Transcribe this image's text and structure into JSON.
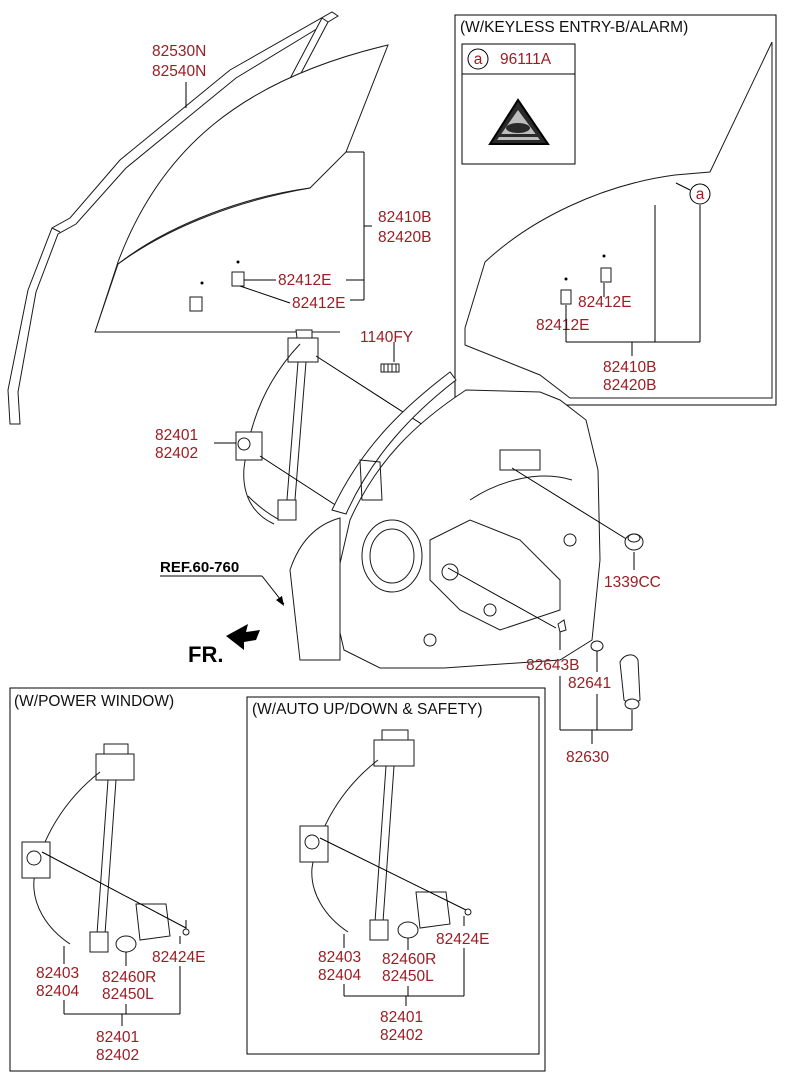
{
  "boxes": {
    "keyless": {
      "title": "(W/KEYLESS ENTRY-B/ALARM)"
    },
    "power": {
      "title": "(W/POWER WINDOW)"
    },
    "auto": {
      "title": "(W/AUTO UP/DOWN & SAFETY)"
    }
  },
  "callout": {
    "letter": "a",
    "part": "96111A"
  },
  "ref_text": "REF.60-760",
  "fr_text": "FR.",
  "parts": {
    "run_channel_1": "82530N",
    "run_channel_2": "82540N",
    "glass_1": "82410B",
    "glass_2": "82420B",
    "clip_upper": "82412E",
    "clip_lower": "82412E",
    "bolt": "1140FY",
    "regulator_1": "82401",
    "regulator_2": "82402",
    "grommet": "1339CC",
    "handle_bushing": "82643B",
    "handle_clip": "82641",
    "handle_assy": "82630",
    "keyless_clip_upper": "82412E",
    "keyless_clip_lower": "82412E",
    "keyless_glass_1": "82410B",
    "keyless_glass_2": "82420B",
    "pw_reg_1": "82403",
    "pw_reg_2": "82404",
    "pw_motor_1": "82460R",
    "pw_motor_2": "82450L",
    "pw_connector": "82424E",
    "pw_assy_1": "82401",
    "pw_assy_2": "82402",
    "au_reg_1": "82403",
    "au_reg_2": "82404",
    "au_motor_1": "82460R",
    "au_motor_2": "82450L",
    "au_connector": "82424E",
    "au_assy_1": "82401",
    "au_assy_2": "82402"
  },
  "colors": {
    "part_label": "#9a1e24",
    "line": "#000000",
    "background": "#ffffff"
  }
}
